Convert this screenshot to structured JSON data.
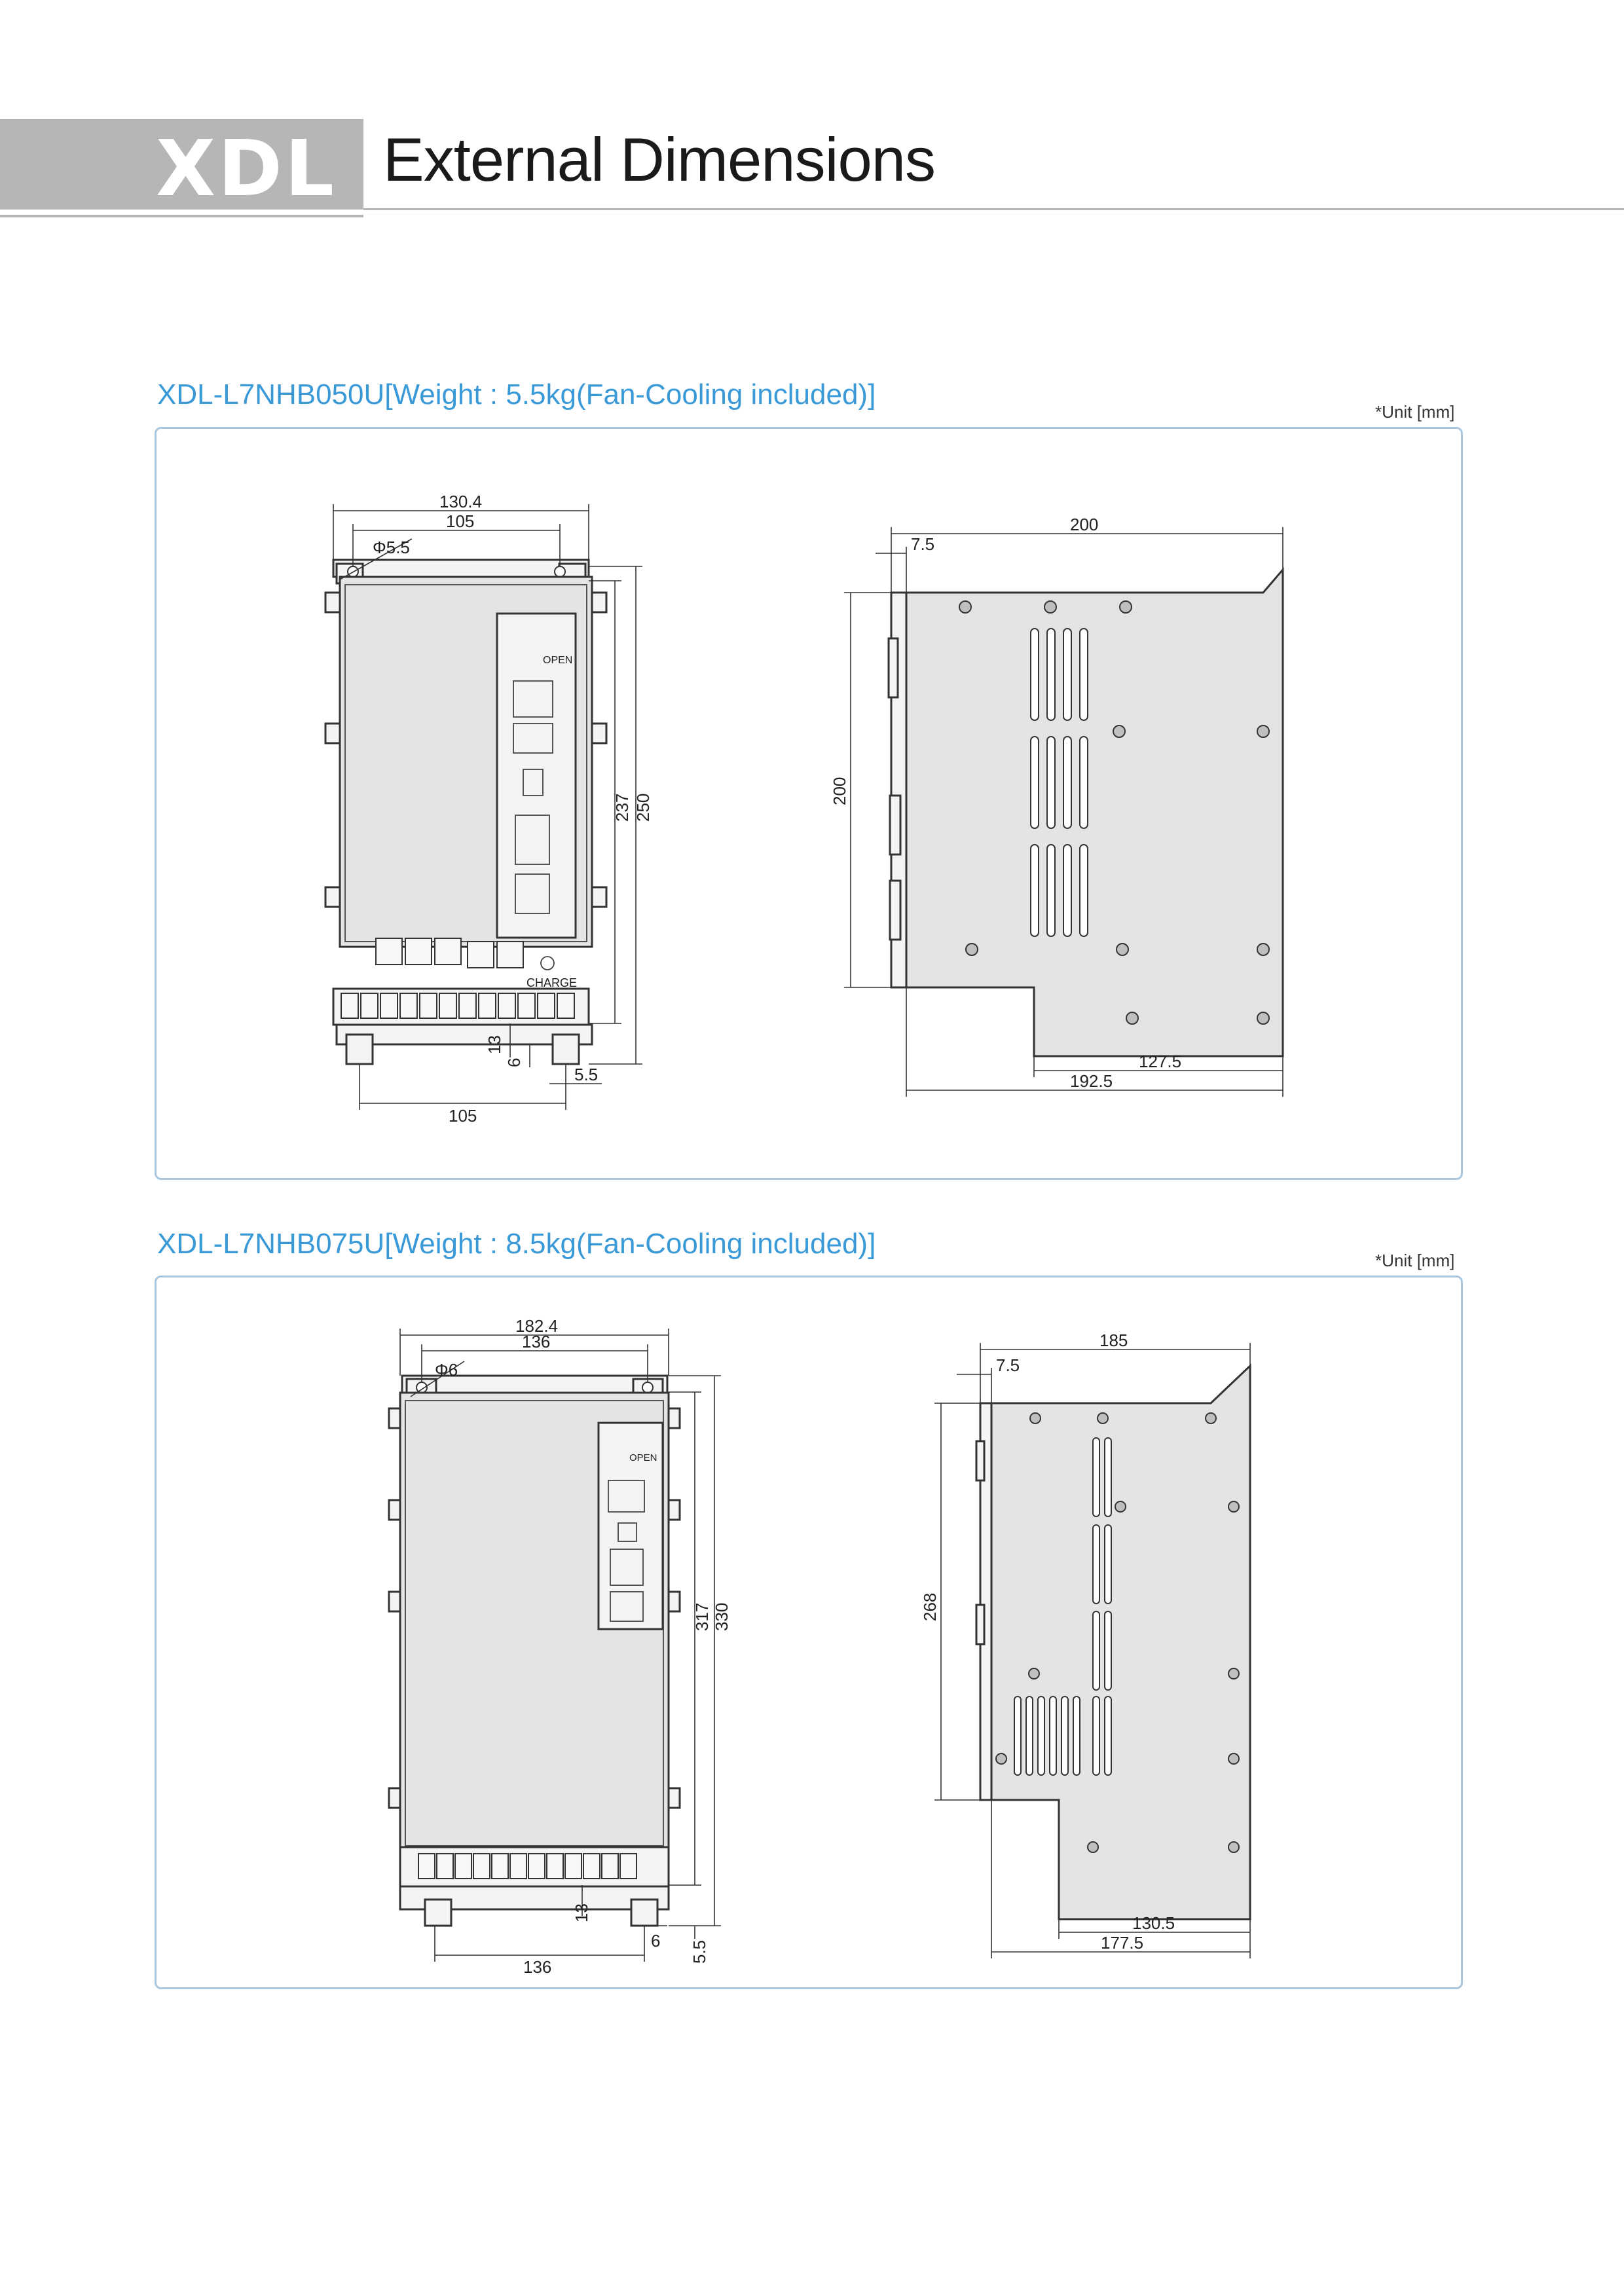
{
  "header": {
    "brand": "XDL",
    "title": "External Dimensions"
  },
  "sections": [
    {
      "title": "XDL-L7NHB050U[Weight : 5.5kg(Fan-Cooling included)]",
      "unit": "*Unit [mm]",
      "front": {
        "overall_width": "130.4",
        "mount_width": "105",
        "hole": "Φ5.5",
        "inner_height": "237",
        "overall_height": "250",
        "bottom_13": "13",
        "bottom_6": "6",
        "bottom_5_5": "5.5",
        "bottom_width": "105",
        "charge_label": "CHARGE",
        "open_label": "OPEN"
      },
      "side": {
        "top_width": "200",
        "top_offset": "7.5",
        "height": "200",
        "bottom_inner": "127.5",
        "bottom_overall": "192.5"
      }
    },
    {
      "title": "XDL-L7NHB075U[Weight : 8.5kg(Fan-Cooling included)]",
      "unit": "*Unit [mm]",
      "front": {
        "overall_width": "182.4",
        "mount_width": "136",
        "hole": "Φ6",
        "inner_height": "317",
        "overall_height": "330",
        "bottom_13": "13",
        "bottom_6": "6",
        "bottom_5_5": "5.5",
        "bottom_width": "136",
        "open_label": "OPEN"
      },
      "side": {
        "top_width": "185",
        "top_offset": "7.5",
        "height": "268",
        "bottom_inner": "130.5",
        "bottom_overall": "177.5"
      }
    }
  ]
}
